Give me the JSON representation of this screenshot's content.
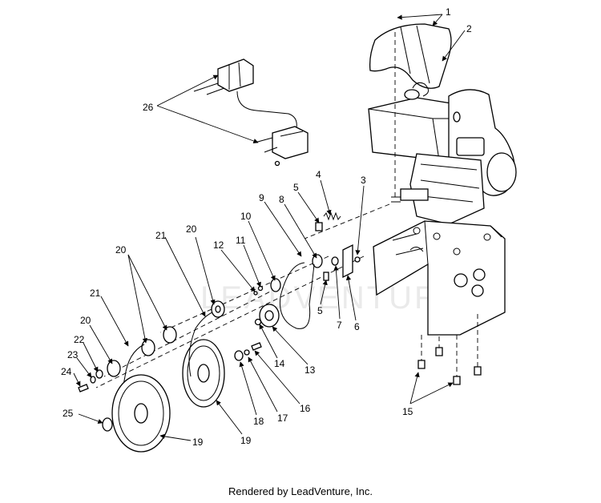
{
  "footer": "Rendered by LeadVenture, Inc.",
  "watermark": "LEADVENTURE",
  "labels": {
    "l1": "1",
    "l2": "2",
    "l3": "3",
    "l4": "4",
    "l5a": "5",
    "l5b": "5",
    "l6": "6",
    "l7": "7",
    "l8": "8",
    "l9": "9",
    "l10": "10",
    "l11": "11",
    "l12": "12",
    "l13": "13",
    "l14": "14",
    "l15": "15",
    "l16": "16",
    "l17": "17",
    "l18": "18",
    "l19a": "19",
    "l19b": "19",
    "l20a": "20",
    "l20b": "20",
    "l20c": "20",
    "l21a": "21",
    "l21b": "21",
    "l22": "22",
    "l23": "23",
    "l24": "24",
    "l25": "25",
    "l26": "26"
  }
}
